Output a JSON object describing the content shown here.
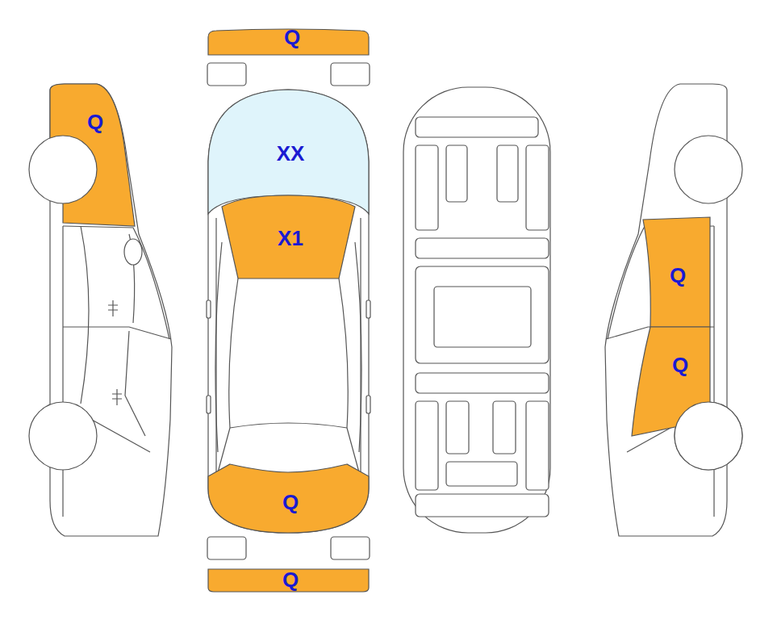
{
  "diagram": {
    "nodes": [
      {
        "text": [
          "Q"
        ]
      },
      {
        "text": [
          "Q"
        ]
      },
      {
        "text": [
          "XX"
        ]
      },
      {
        "text": [
          "X1"
        ]
      },
      {
        "text": [
          "Q"
        ]
      },
      {
        "text": [
          "Q"
        ]
      },
      {
        "text": [
          "Q"
        ]
      },
      {
        "text": [
          "Q"
        ]
      }
    ]
  }
}
